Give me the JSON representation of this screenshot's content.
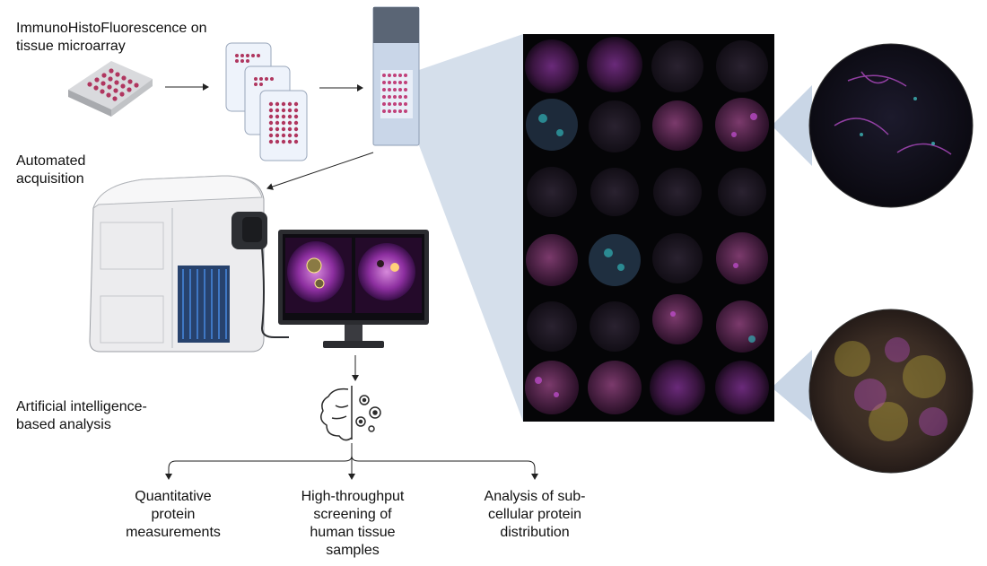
{
  "steps": {
    "ihf_label": "ImmunoHistoFluorescence on\ntissue microarray",
    "acquisition_label": "Automated\nacquisition",
    "ai_label": "Artificial intelligence-\nbased analysis"
  },
  "outcomes": [
    "Quantitative\nprotein\nmeasurements",
    "High-throughput\nscreening of\nhuman tissue\nsamples",
    "Analysis of sub-\ncellular protein\ndistribution"
  ],
  "icons": [
    "microarray-block",
    "slide-stack",
    "glass-slide",
    "scanner",
    "monitor",
    "brain-gears"
  ],
  "colors": {
    "background": "#ffffff",
    "panel": "#050507",
    "tissue_magenta": "#c64fd6",
    "tissue_cyan": "#34c7c9",
    "tissue_yellow": "#c9b63c",
    "highlight_wedge": "#d5dfeb",
    "scanner_body": "#e9eaec",
    "scanner_accent": "#2f5fa6",
    "slide_dot": "#b0365f"
  }
}
